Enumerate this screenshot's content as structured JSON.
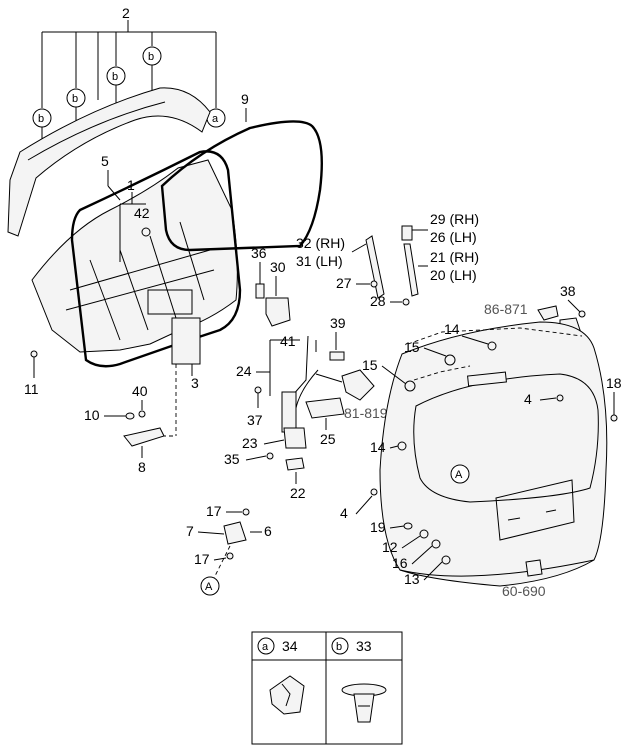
{
  "diagram": {
    "labels": {
      "p2": "2",
      "p9": "9",
      "p5": "5",
      "p1": "1",
      "p42": "42",
      "p36": "36",
      "p30": "30",
      "p32": "32 (RH)",
      "p31": "31 (LH)",
      "p29": "29 (RH)",
      "p26": "26 (LH)",
      "p21": "21 (RH)",
      "p20": "20 (LH)",
      "p27": "27",
      "p28": "28",
      "p38": "38",
      "ref86": "86-871",
      "p14a": "14",
      "p14b": "14",
      "p39": "39",
      "p41": "41",
      "p15": "15",
      "p24": "24",
      "p4a": "4",
      "p4b": "4",
      "p18": "18",
      "ref81": "81-819",
      "p37": "37",
      "p25": "25",
      "p23": "23",
      "p35": "35",
      "p22": "22",
      "p11": "11",
      "p40": "40",
      "p10": "10",
      "p8": "8",
      "p3": "3",
      "p17a": "17",
      "p17b": "17",
      "p7": "7",
      "p6": "6",
      "p19": "19",
      "p12": "12",
      "p16": "16",
      "p13": "13",
      "ref60": "60-690"
    },
    "markers": {
      "a": "a",
      "b": "b",
      "A": "A"
    },
    "legend": {
      "a_letter": "a",
      "a_part": "34",
      "b_letter": "b",
      "b_part": "33"
    }
  }
}
